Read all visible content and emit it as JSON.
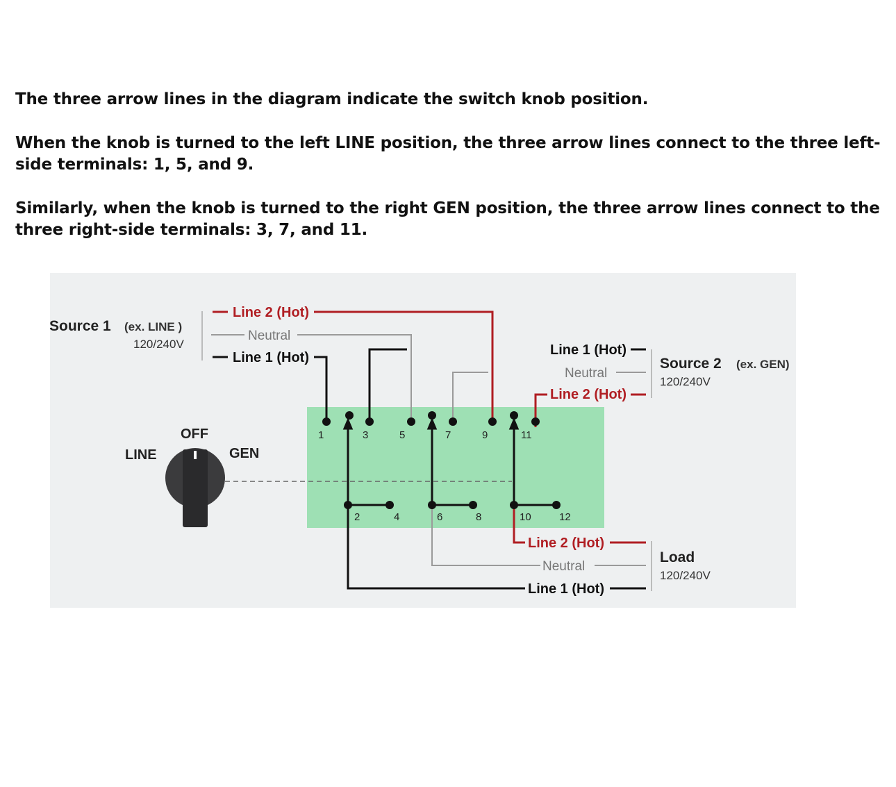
{
  "text": {
    "p1": "The three arrow lines in the diagram indicate the switch knob position.",
    "p2": "When the knob is turned to the left LINE position, the three arrow lines connect to the three left-side terminals: 1, 5, and 9.",
    "p3": "Similarly, when the knob is turned to the right GEN position, the three arrow lines connect to the three right-side terminals: 3, 7, and 11."
  },
  "diagram": {
    "source1": {
      "title": "Source 1",
      "note": "(ex. LINE )",
      "voltage": "120/240V",
      "line2": "Line 2 (Hot)",
      "neutral": "Neutral",
      "line1": "Line 1 (Hot)"
    },
    "source2": {
      "title": "Source 2",
      "note": "(ex. GEN)",
      "voltage": "120/240V",
      "line1": "Line 1 (Hot)",
      "neutral": "Neutral",
      "line2": "Line 2 (Hot)"
    },
    "load": {
      "title": "Load",
      "voltage": "120/240V",
      "line2": "Line 2 (Hot)",
      "neutral": "Neutral",
      "line1": "Line 1 (Hot)"
    },
    "knob": {
      "off": "OFF",
      "line": "LINE",
      "gen": "GEN"
    },
    "terminals": [
      "1",
      "2",
      "3",
      "4",
      "5",
      "6",
      "7",
      "8",
      "9",
      "10",
      "11",
      "12"
    ],
    "colors": {
      "hot2": "#b01e23",
      "neutral": "#9a9a9a",
      "hot1": "#111111",
      "switch_body": "#9ee0b4",
      "background": "#eef0f1"
    }
  }
}
